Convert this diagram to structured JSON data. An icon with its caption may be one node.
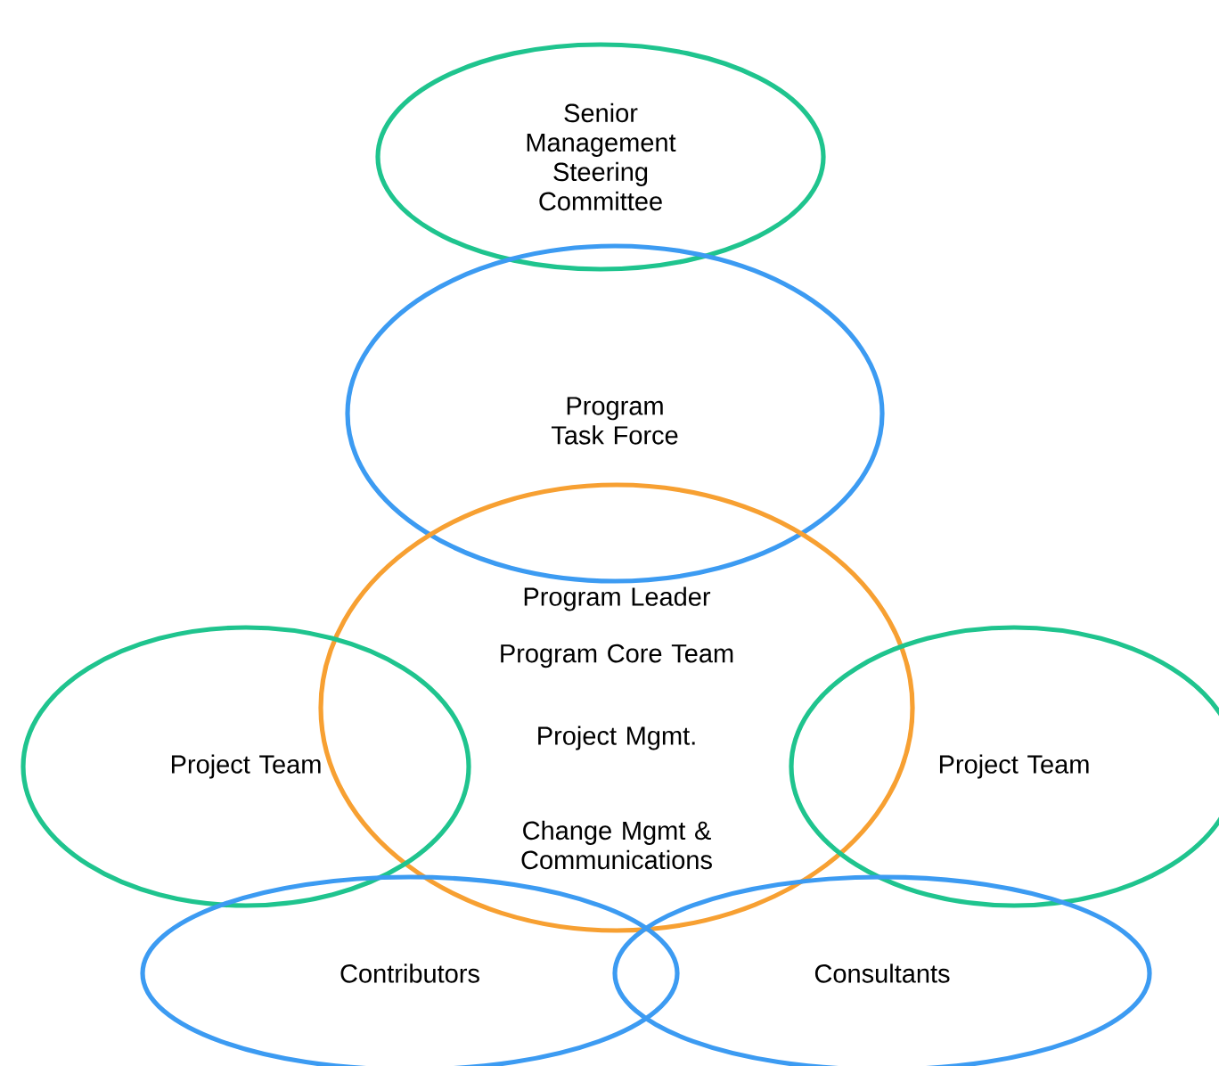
{
  "diagram": {
    "nodes": [
      {
        "text": [
          "Senior Management Steering Committee"
        ]
      },
      {
        "text": [
          "Program Task Force"
        ]
      },
      {
        "text": [
          "Program Leader",
          "Program Core Team",
          "Project Mgmt.",
          "Change Mgmt & Communications"
        ]
      },
      {
        "text": [
          "Project Team"
        ]
      },
      {
        "text": [
          "Project Team"
        ]
      },
      {
        "text": [
          "Contributors"
        ]
      },
      {
        "text": [
          "Consultants"
        ]
      }
    ]
  }
}
